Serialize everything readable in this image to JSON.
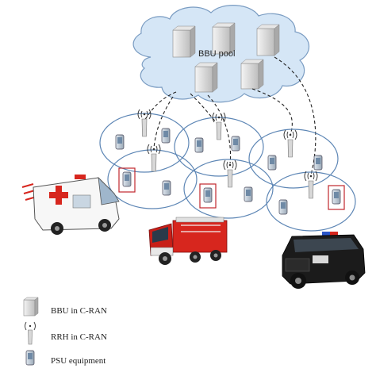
{
  "cloud": {
    "label": "BBU pool"
  },
  "legend": {
    "items": [
      {
        "icon": "bbu-server-icon",
        "label": "BBU in C-RAN"
      },
      {
        "icon": "rrh-antenna-icon",
        "label": "RRH in C-RAN"
      },
      {
        "icon": "psu-phone-icon",
        "label": "PSU equipment"
      }
    ]
  },
  "vehicles": [
    {
      "icon": "ambulance-icon"
    },
    {
      "icon": "fire-truck-icon"
    },
    {
      "icon": "police-suv-icon"
    }
  ],
  "colors": {
    "cloud_fill": "#d5e6f6",
    "cloud_stroke": "#7a9cc2",
    "cell_stroke": "#5d86b5",
    "highlight_box": "#c0272d",
    "fire_red": "#d7261e",
    "police_dark": "#1b1b1b"
  }
}
